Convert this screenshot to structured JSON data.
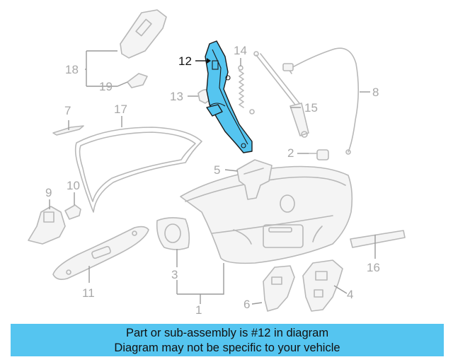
{
  "diagram": {
    "highlight_color": "#55c5f0",
    "highlighted_callout": "12",
    "callouts": {
      "c1": "1",
      "c2": "2",
      "c3": "3",
      "c4": "4",
      "c5": "5",
      "c6": "6",
      "c7": "7",
      "c8": "8",
      "c9": "9",
      "c10": "10",
      "c11": "11",
      "c12": "12",
      "c13": "13",
      "c14": "14",
      "c15": "15",
      "c16": "16",
      "c17": "17",
      "c18": "18",
      "c19": "19"
    }
  },
  "banner": {
    "line1": "Part or sub-assembly is #12 in diagram",
    "line2": "Diagram may not be specific to your vehicle"
  }
}
